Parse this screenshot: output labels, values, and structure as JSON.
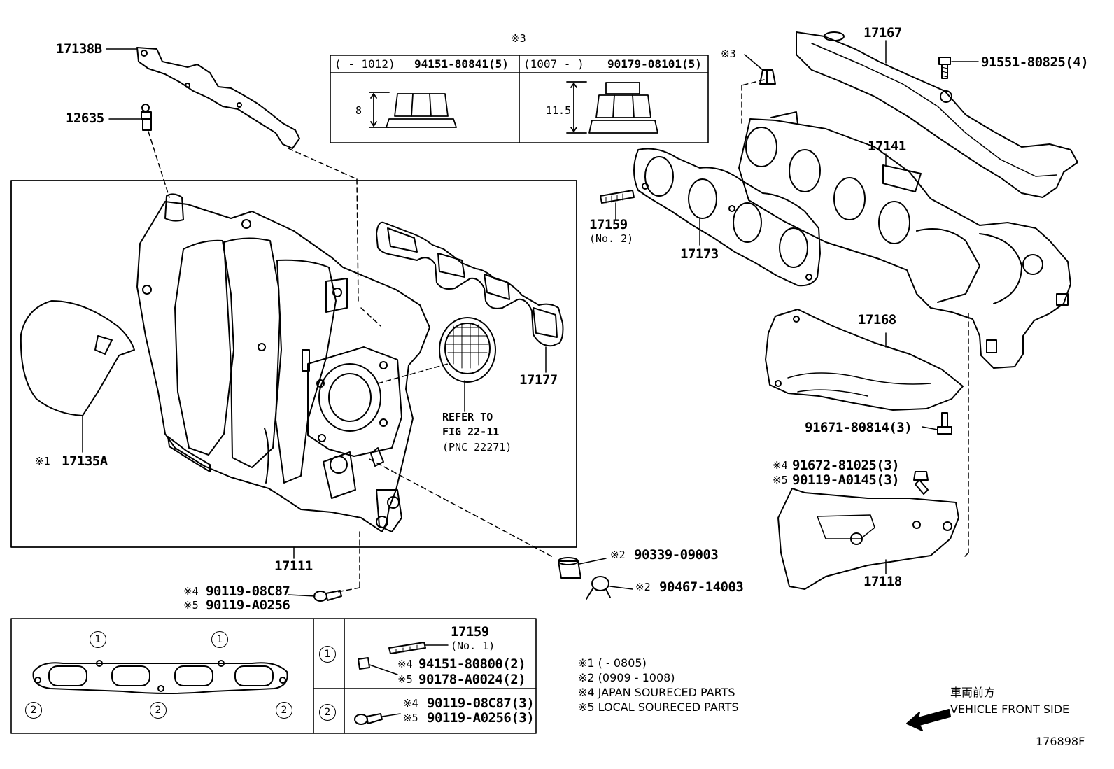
{
  "callouts": {
    "c17138B": "17138B",
    "c12635": "12635",
    "c17135A": "17135A",
    "c17135A_mark": "※1",
    "c17111": "17111",
    "c17177": "17177",
    "c17159_no2": "17159",
    "c17159_no2_sub": "(No. 2)",
    "c17173": "17173",
    "c17141": "17141",
    "c17167": "17167",
    "c91551": "91551-80825(4)",
    "c17168": "17168",
    "c91671": "91671-80814(3)",
    "c91672": "91672-81025(3)",
    "c91672_mark": "※4",
    "c90119_a0145": "90119-A0145(3)",
    "c90119_a0145_mark": "※5",
    "c17118": "17118",
    "c90339": "90339-09003",
    "c90339_mark": "※2",
    "c90467": "90467-14003",
    "c90467_mark": "※2",
    "c90119_08c87": "90119-08C87",
    "c90119_08c87_mark": "※4",
    "c90119_a0256": "90119-A0256",
    "c90119_a0256_mark": "※5",
    "nut_mark_top": "※3",
    "nut_mark_left": "※3"
  },
  "reference": {
    "line1": "REFER TO",
    "line2": "FIG 22-11",
    "line3": "(PNC 22271)"
  },
  "nut_table": {
    "left_header_range": "(      - 1012)",
    "left_header_part": "94151-80841(5)",
    "right_header_range": "(1007 -      )",
    "right_header_part": "90179-08101(5)",
    "left_dim": "8",
    "right_dim": "11.5"
  },
  "gasket_table": {
    "markers_top": [
      "1",
      "1"
    ],
    "markers_bottom": [
      "2",
      "2",
      "2"
    ],
    "row1_marker": "1",
    "row1_part": "17159",
    "row1_part_sub": "(No. 1)",
    "row1_p1_mark": "※4",
    "row1_p1": "94151-80800(2)",
    "row1_p2_mark": "※5",
    "row1_p2": "90178-A0024(2)",
    "row2_marker": "2",
    "row2_p1_mark": "※4",
    "row2_p1": "90119-08C87(3)",
    "row2_p2_mark": "※5",
    "row2_p2": "90119-A0256(3)"
  },
  "notes": [
    "※1 (       - 0805)",
    "※2 (0909 - 1008)",
    "※4 JAPAN SOURECED PARTS",
    "※5 LOCAL SOURECED PARTS"
  ],
  "direction": {
    "jp": "車両前方",
    "en": "VEHICLE FRONT SIDE"
  },
  "figure_id": "176898F"
}
